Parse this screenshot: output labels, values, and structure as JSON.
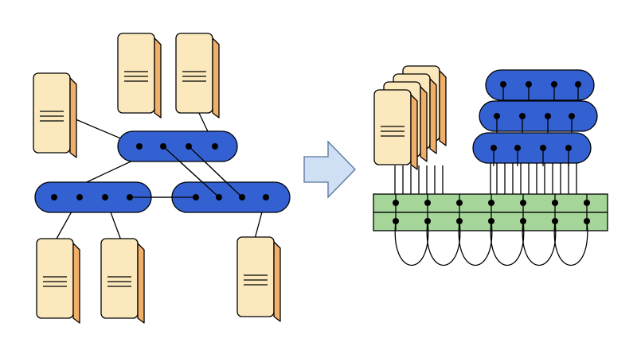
{
  "colors": {
    "server_front": "#fbe9bd",
    "server_side": "#f1b06a",
    "switch_fill": "#3461d1",
    "backplane_fill": "#a6d59a",
    "arrow_fill": "#cfe0f4",
    "arrow_stroke": "#56729a",
    "line": "#000000",
    "node_dot": "#000000"
  },
  "icons": {
    "server": "server-tower-icon",
    "switch": "network-switch-icon",
    "arrow": "right-arrow-icon"
  },
  "diagram": {
    "left": {
      "servers": 6,
      "switches": 3
    },
    "right": {
      "server_stack": 4,
      "switch_stack": 3,
      "backplane_rows": 2,
      "loops": 6
    }
  }
}
